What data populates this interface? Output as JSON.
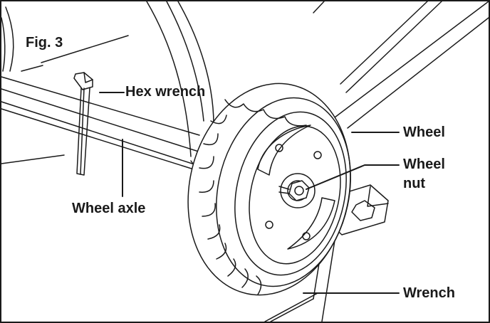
{
  "figure": {
    "title": "Fig. 3",
    "labels": {
      "hex_wrench": "Hex wrench",
      "wheel": "Wheel",
      "wheel_nut_line1": "Wheel",
      "wheel_nut_line2": "nut",
      "wheel_axle": "Wheel axle",
      "wrench": "Wrench"
    }
  },
  "colors": {
    "line": "#1a1a1a",
    "background": "#ffffff"
  }
}
